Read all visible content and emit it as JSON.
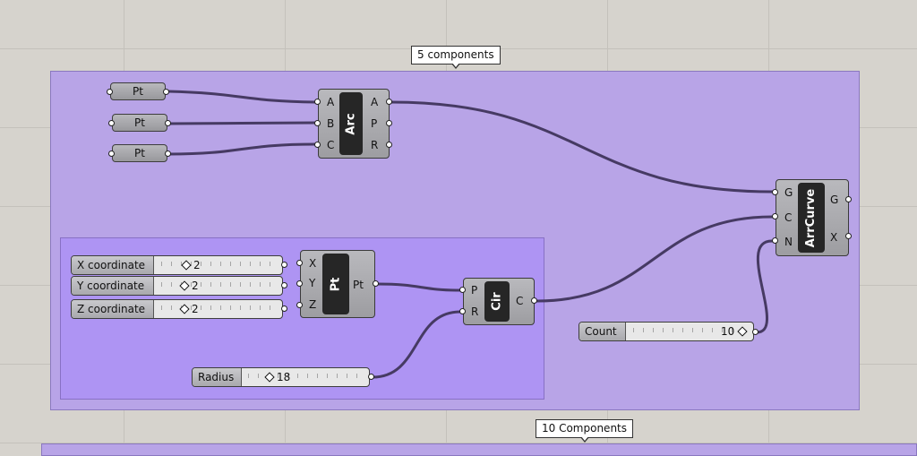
{
  "groups": {
    "outer_label": "5 components",
    "bottom_label": "10 Components"
  },
  "point_params": [
    "Pt",
    "Pt",
    "Pt"
  ],
  "arc": {
    "name": "Arc",
    "inputs": [
      "A",
      "B",
      "C"
    ],
    "outputs": [
      "A",
      "P",
      "R"
    ]
  },
  "arrcurve": {
    "name": "ArrCurve",
    "inputs": [
      "G",
      "C",
      "N"
    ],
    "outputs": [
      "G",
      "X"
    ]
  },
  "point": {
    "name": "Pt",
    "inputs": [
      "X",
      "Y",
      "Z"
    ],
    "outputs": [
      "Pt"
    ]
  },
  "circle": {
    "name": "Cir",
    "inputs": [
      "P",
      "R"
    ],
    "outputs": [
      "C"
    ]
  },
  "sliders": {
    "x": {
      "label": "X coordinate",
      "value": "2"
    },
    "y": {
      "label": "Y coordinate",
      "value": "2"
    },
    "z": {
      "label": "Z coordinate",
      "value": "2"
    },
    "radius": {
      "label": "Radius",
      "value": "18"
    },
    "count": {
      "label": "Count",
      "value": "10"
    }
  },
  "colors": {
    "canvas": "#d6d3cd",
    "group_fill": "#b8a4e7",
    "inner_group_fill": "#ae94f3",
    "wire": "#463a63",
    "component_core": "#262626"
  }
}
